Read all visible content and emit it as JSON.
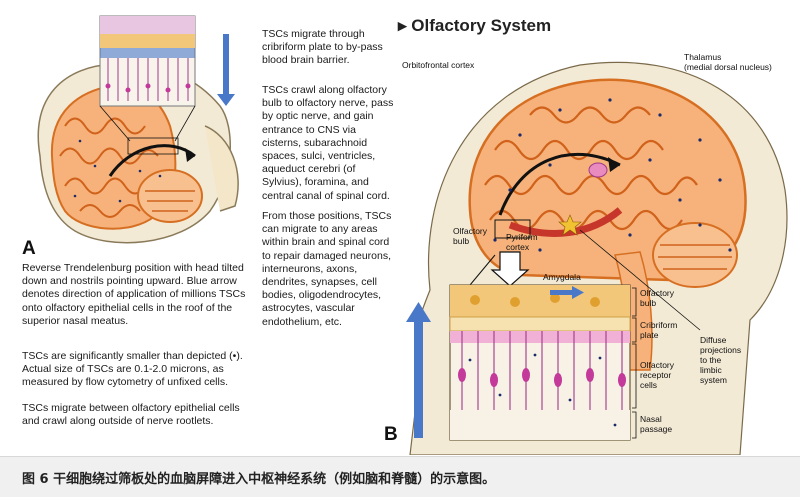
{
  "caption": "图 6 干细胞绕过筛板处的血脑屏障进入中枢神经系统（例如脑和脊髓）的示意图。",
  "panel_a": {
    "letter": "A",
    "description": "Reverse Trendelenburg position with head tilted down and nostrils pointing upward. Blue arrow denotes direction of application of millions TSCs onto olfactory epithelial cells in the roof of the superior nasal meatus.",
    "size_note": "TSCs are significantly smaller than depicted (•). Actual size of TSCs are 0.1-2.0 microns, as measured by flow cytometry of unfixed cells.",
    "migration_note": "TSCs migrate between olfactory epithelial cells and crawl along outside of nerve rootlets."
  },
  "middle_text": {
    "p1": "TSCs migrate through cribriform plate to by-pass blood brain barrier.",
    "p2": "TSCs crawl along olfactory bulb to olfactory nerve, pass by optic nerve, and gain entrance to CNS via cisterns, subarachnoid spaces, sulci, ventricles, aqueduct cerebri (of Sylvius), foramina, and central canal of spinal cord.",
    "p3": "From those positions, TSCs can migrate to any areas within brain and spinal cord to repair damaged neurons, interneurons, axons, dendrites, synapses, cell bodies, oligodendrocytes, astrocytes, vascular endothelium, etc."
  },
  "panel_b": {
    "letter": "B",
    "title": "▸ Olfactory System",
    "labels": {
      "orbitofrontal": "Orbitofrontal cortex",
      "thalamus": "Thalamus\n(medial dorsal nucleus)",
      "olfactory_bulb": "Olfactory\nbulb",
      "pyriform": "Pyriform\ncortex",
      "amygdala": "Amygdala",
      "diffuse": "Diffuse\nprojections\nto the\nlimbic\nsystem",
      "zoom_bulb": "Olfactory\nbulb",
      "zoom_cribriform": "Cribriform\nplate",
      "zoom_receptor": "Olfactory\nreceptor\ncells",
      "zoom_nasal": "Nasal\npassage"
    }
  },
  "colors": {
    "brain": "#f6b27a",
    "brain_dark": "#e07a2e",
    "skull": "#f3e6c9",
    "blue_arrow": "#4a78c8",
    "dots": "#1a2a6b",
    "caption_bg": "#f0f0f0"
  }
}
